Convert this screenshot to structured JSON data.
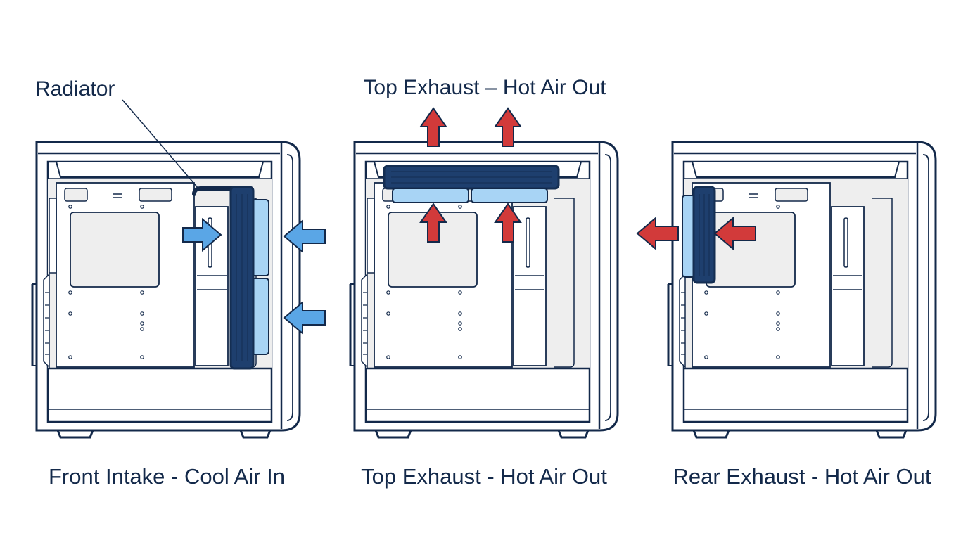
{
  "labels": {
    "radiator": "Radiator",
    "top_callout": "Top Exhaust – Hot Air Out",
    "caption_front": "Front Intake - Cool Air In",
    "caption_top": "Top Exhaust - Hot Air Out",
    "caption_rear": "Rear Exhaust - Hot Air Out"
  },
  "colors": {
    "outline": "#13294a",
    "panel": "#eeeeee",
    "radiator": "#1e3f6e",
    "radiator_dark": "#142e52",
    "fan": "#a8d4f5",
    "cool_arrow": "#5aa6e6",
    "hot_arrow": "#d23a3a",
    "text": "#13294a"
  },
  "icons": {
    "cool_air": "arrow-left-icon",
    "hot_air": "arrow-up-icon",
    "radiator": "radiator-icon",
    "case": "pc-case-icon"
  }
}
